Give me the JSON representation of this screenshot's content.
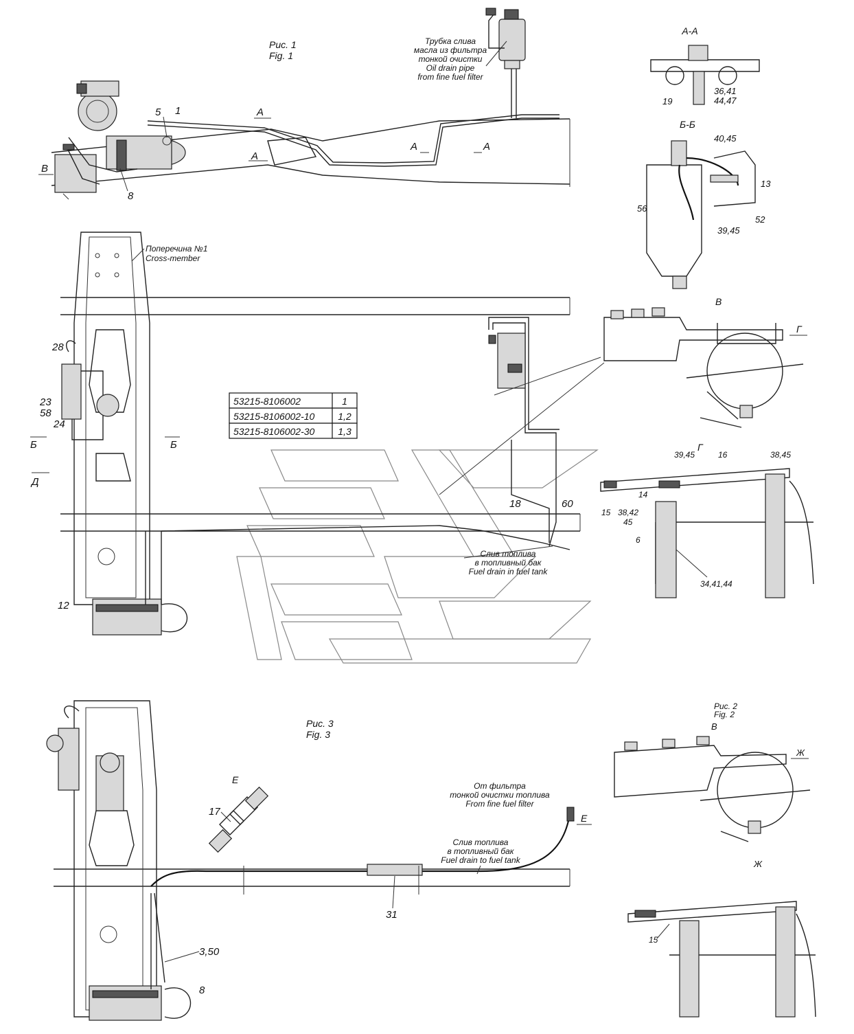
{
  "fig1": {
    "title_ru": "Рис. 1",
    "title_en": "Fig. 1",
    "note_ru_1": "Трубка слива",
    "note_ru_2": "масла из фильтра",
    "note_ru_3": "тонкой очистки",
    "note_en_1": "Oil drain pipe",
    "note_en_2": "from fine fuel filter",
    "labels": {
      "p5": "5",
      "p1": "1",
      "p8": "8",
      "secA1": "A",
      "secA2": "A",
      "secA3": "A",
      "secA4": "A",
      "viewB": "B"
    }
  },
  "sectionAA": {
    "title": "A-A",
    "p19": "19",
    "p36": "36,41",
    "p44": "44,47"
  },
  "sectionBB": {
    "title": "Б-Б",
    "p40": "40,45",
    "p13": "13",
    "p56": "56",
    "p52": "52",
    "p39": "39,45"
  },
  "fig_main": {
    "crossmember_ru": "Поперечина №1",
    "crossmember_en": "Cross-member",
    "labels": {
      "p28": "28",
      "p23": "23",
      "p58": "58",
      "p24": "24",
      "b1": "Б",
      "b2": "Б",
      "d1": "Д",
      "p12": "12",
      "p18": "18",
      "p60": "60"
    },
    "drain_ru_1": "Слив топлива",
    "drain_ru_2": "в топливный бак",
    "drain_en": "Fuel drain in fuel tank"
  },
  "variants_table": {
    "rows": [
      {
        "code": "53215-8106002",
        "fig": "1"
      },
      {
        "code": "53215-8106002-10",
        "fig": "1,2"
      },
      {
        "code": "53215-8106002-30",
        "fig": "1,3"
      }
    ]
  },
  "viewV": {
    "title": "B",
    "g_mark": "Г"
  },
  "viewG": {
    "title": "Г",
    "p39": "39,45",
    "p16": "16",
    "p38": "38,45",
    "p14": "14",
    "p15": "15",
    "p3842": "38,42",
    "p45": "45",
    "p6": "6",
    "p34": "34,41,44"
  },
  "fig3": {
    "title_ru": "Рис. 3",
    "title_en": "Fig. 3",
    "e_label": "Е",
    "e_mark": "Е",
    "p17": "17",
    "from_ru_1": "От фильтра",
    "from_ru_2": "тонкой очистки топлива",
    "from_en": "From fine fuel filter",
    "drain_ru_1": "Слив топлива",
    "drain_ru_2": "в топливный бак",
    "drain_en": "Fuel drain to fuel tank",
    "p31": "31",
    "p350": "3,50",
    "p8": "8"
  },
  "fig2": {
    "title_ru": "Рис. 2",
    "title_en": "Fig. 2",
    "v_title": "B",
    "zh_mark": "Ж",
    "zh_title": "Ж",
    "p15": "15"
  }
}
